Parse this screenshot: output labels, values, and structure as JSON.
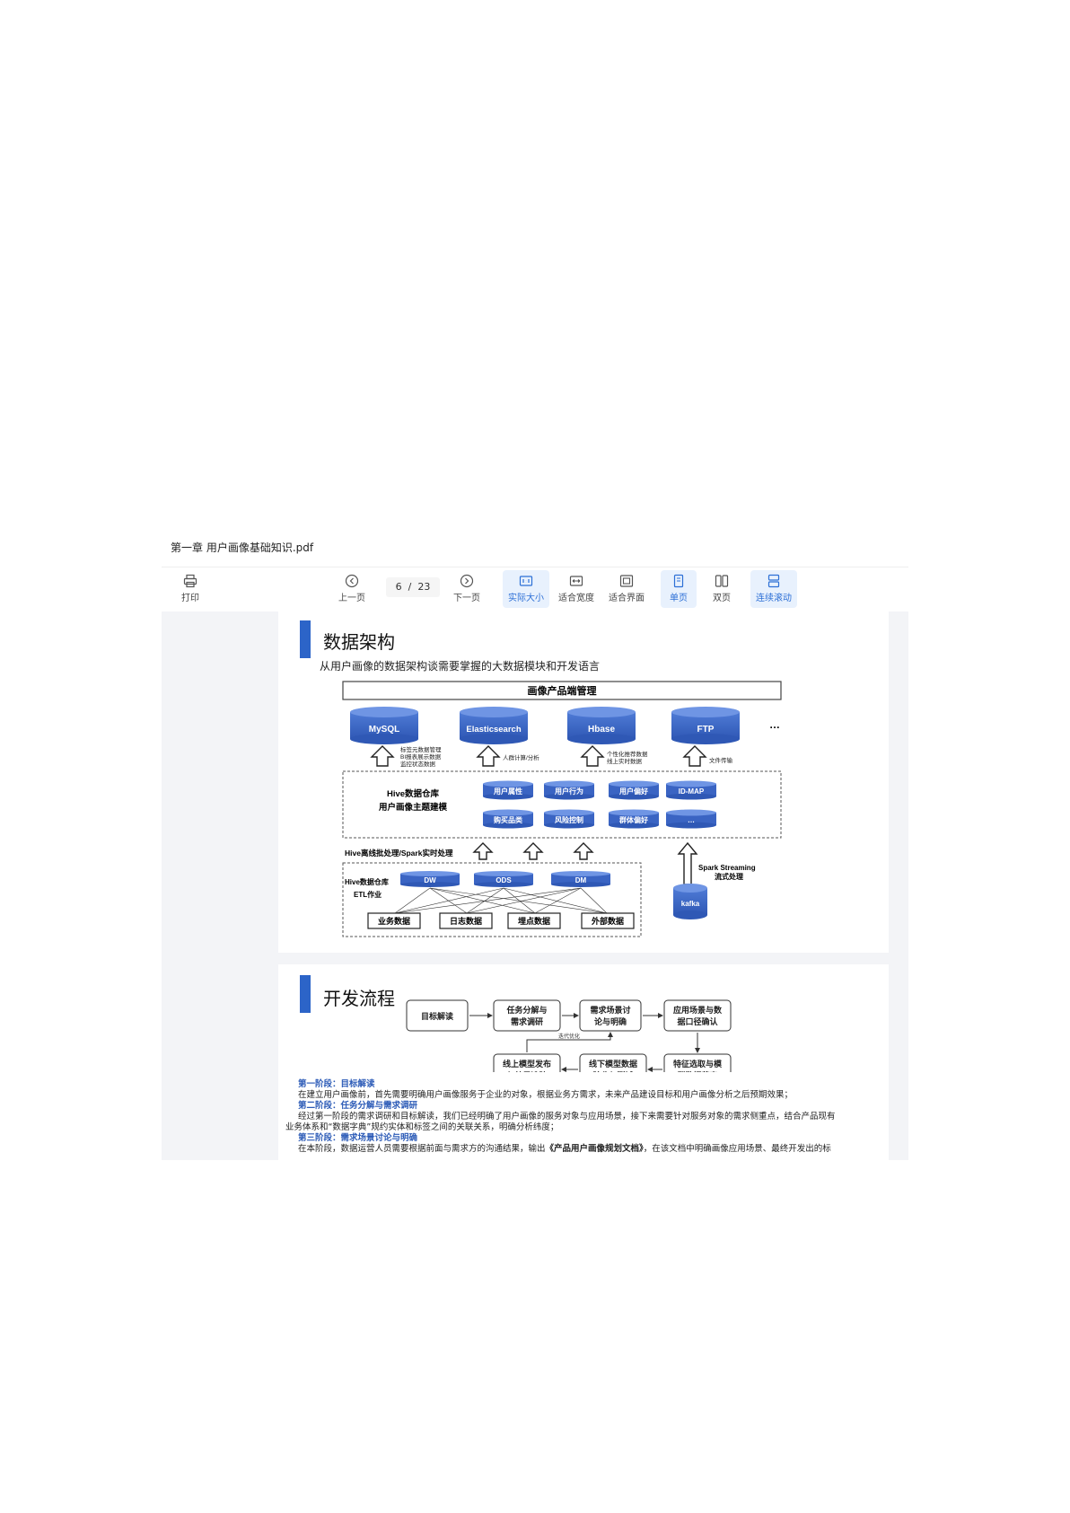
{
  "window": {
    "title": "第一章 用户画像基础知识.pdf"
  },
  "toolbar": {
    "print": "打印",
    "prev_page": "上一页",
    "page_current": "6",
    "page_sep": "/",
    "page_total": "23",
    "next_page": "下一页",
    "actual_size": "实际大小",
    "fit_width": "适合宽度",
    "fit_page": "适合界面",
    "single_page": "单页",
    "double_page": "双页",
    "continuous": "连续滚动",
    "accent": "#2c6fd6"
  },
  "page1": {
    "heading": "数据架构",
    "subtitle": "从用户画像的数据架构谈需要掌握的大数据模块和开发语言",
    "diagram": {
      "top_box": "画像产品端管理",
      "stores": [
        "MySQL",
        "Elasticsearch",
        "Hbase",
        "FTP"
      ],
      "more": "…",
      "store_notes": [
        [
          "标签元数据管理",
          "BI报表展示数据",
          "监控状态数据"
        ],
        [
          "人群计算/分析"
        ],
        [
          "个性化推荐数据",
          "线上实时数据"
        ],
        [
          "文件传输"
        ]
      ],
      "hive_label": [
        "Hive数据仓库",
        "用户画像主题建模"
      ],
      "topics": [
        "用户属性",
        "用户行为",
        "用户偏好",
        "ID-MAP",
        "购买品类",
        "风险控制",
        "群体偏好",
        "…"
      ],
      "processing": "Hive离线批处理/Spark实时处理",
      "etl_label": [
        "Hive数据仓库",
        "ETL作业"
      ],
      "layers": [
        "DW",
        "ODS",
        "DM"
      ],
      "sources": [
        "业务数据",
        "日志数据",
        "埋点数据",
        "外部数据"
      ],
      "streaming": [
        "Spark Streaming",
        "流式处理"
      ],
      "kafka": "kafka",
      "blue": "#3a64c3"
    }
  },
  "page2": {
    "heading": "开发流程",
    "flow_row1": [
      [
        "目标解读"
      ],
      [
        "任务分解与",
        "需求调研"
      ],
      [
        "需求场景讨",
        "论与明确"
      ],
      [
        "应用场景与数",
        "据口径确认"
      ]
    ],
    "flow_row2": [
      [
        "线上模型发布",
        "与效果追踪"
      ],
      [
        "线下模型数据",
        "验收与测试"
      ],
      [
        "特征选取与模",
        "型数据落表"
      ]
    ],
    "iterate": "迭代优化",
    "stage1_title": "第一阶段：目标解读",
    "stage1_text": "在建立用户画像前，首先需要明确用户画像服务于企业的对象，根据业务方需求，未来产品建设目标和用户画像分析之后预期效果；",
    "stage2_title": "第二阶段：任务分解与需求调研",
    "stage2_text_a": "经过第一阶段的需求调研和目标解读，我们已经明确了用户画像的服务对象与应用场景，接下来需要针对服务对象的需求侧重点，结合产品现有",
    "stage2_text_b": "业务体系和“数据字典”规约实体和标签之间的关联关系，明确分析纬度；",
    "stage3_title": "第三阶段：需求场景讨论与明确",
    "stage3_text_a": "在本阶段，数据运营人员需要根据前面与需求方的沟通结果，输出",
    "stage3_text_bold": "《产品用户画像规划文档》",
    "stage3_text_b": "，在该文档中明确画像应用场景、最终开发出的标"
  }
}
